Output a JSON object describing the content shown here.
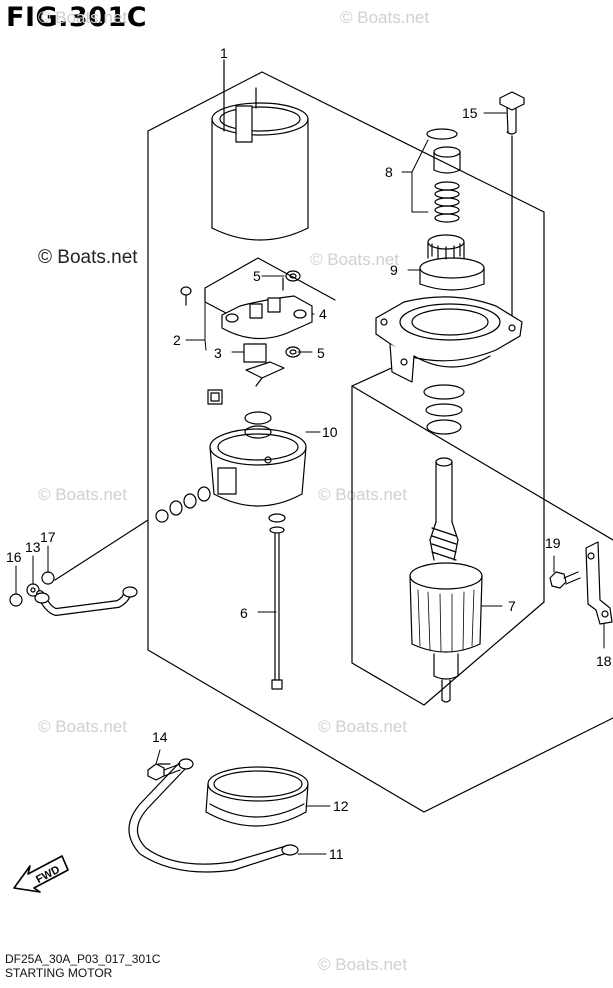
{
  "figure": {
    "title": "FIG.301C",
    "code": "DF25A_30A_P03_017_301C",
    "name": "STARTING MOTOR",
    "fwd_label": "FWD"
  },
  "watermarks": {
    "faint": "© Boats.net",
    "dark": "© Boats.net"
  },
  "callouts": {
    "c1": "1",
    "c2": "2",
    "c3": "3",
    "c4": "4",
    "c5a": "5",
    "c5b": "5",
    "c6": "6",
    "c7": "7",
    "c8": "8",
    "c9": "9",
    "c10": "10",
    "c11": "11",
    "c12": "12",
    "c13": "13",
    "c14": "14",
    "c15": "15",
    "c16": "16",
    "c17": "17",
    "c18": "18",
    "c19": "19"
  }
}
